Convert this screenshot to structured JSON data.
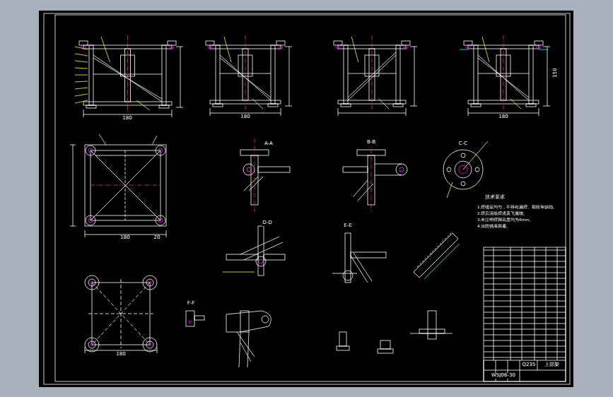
{
  "diagram": {
    "labels": [
      "180",
      "180",
      "180",
      "150",
      "180",
      "20",
      "180",
      "A-A",
      "B-B",
      "C-C",
      "D-D",
      "E-E",
      "F-F",
      "技术要求",
      "1.焊缝应均匀，不得有漏焊、裂纹等缺陷。",
      "2.焊后清除焊渣及飞溅物。",
      "3.未注明焊脚高度均为6mm。",
      "4.涂防锈漆两遍。",
      "Q235",
      "上部架",
      "WSJ06-30"
    ]
  }
}
